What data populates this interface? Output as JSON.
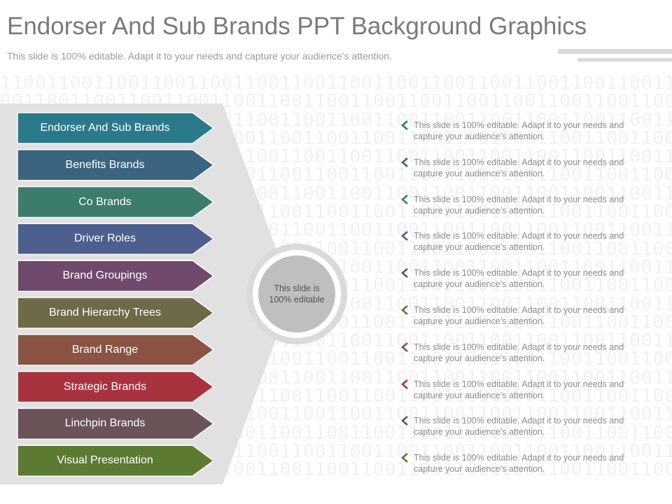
{
  "header": {
    "title": "Endorser And Sub Brands PPT Background Graphics",
    "subtitle": "This slide is 100% editable. Adapt it to your needs and capture your audience’s attention."
  },
  "background": {
    "binary_lines": [
      "110011001100110011001100110011001100110011001100110011001100",
      "001100110011001100110011001100110011001100110011001100110011",
      "110011001100110011001100110011001100110011001100110011001100",
      "001100110011001100110011001100110011001100110011001100110011",
      "110011001100110011001100110011001100110011001100110011001100",
      "001100110011001100110011001100110011001100110011001100110011",
      "110011001100110011001100110011001100110011001100110011001100",
      "001100110011001100110011001100110011001100110011001100110011",
      "110011001100110011001100110011001100110011001100110011001100",
      "001100110011001100110011001100110011001100110011001100110011",
      "110011001100110011001100110011001100110011001100110011001100",
      "001100110011001100110011001100110011001100110011001100110011",
      "110011001100110011001100110011001100110011001100110011001100",
      "001100110011001100110011001100110011001100110011001100110011",
      "110011001100110011001100110011001100110011001100110011001100",
      "001100110011001100110011001100110011001100110011001100110011",
      "110011001100110011001100110011001100110011001100110011001100",
      "001100110011001100110011001100110011001100110011001100110011",
      "110011001100110011001100110011001100110011001100110011001100",
      "001100110011001100110011001100110011001100110011001100110011",
      "110011001100110011001100110011001100110011001100110011001100",
      "001100110011001100110011001100110011001100110011001100110011"
    ]
  },
  "center": {
    "text_line1": "This slide is",
    "text_line2": "100% editable"
  },
  "items": [
    {
      "label": "Endorser And Sub Brands",
      "color": "#2b7a8c",
      "desc_line1": "This slide is 100% editable. Adapt it to your needs and",
      "desc_line2": "capture your audience’s attention."
    },
    {
      "label": "Benefits Brands",
      "color": "#3b6480",
      "desc_line1": "This slide is 100% editable. Adapt it to your needs and",
      "desc_line2": "capture your audience’s attention."
    },
    {
      "label": "Co Brands",
      "color": "#3c7c6c",
      "desc_line1": "This slide is 100% editable. Adapt it to your needs and",
      "desc_line2": "capture your audience’s attention."
    },
    {
      "label": "Driver Roles",
      "color": "#4c5f8e",
      "desc_line1": "This slide is 100% editable. Adapt it to your needs and",
      "desc_line2": "capture your audience’s attention."
    },
    {
      "label": "Brand Groupings",
      "color": "#6f4a6c",
      "desc_line1": "This slide is 100% editable. Adapt it to your needs and",
      "desc_line2": "capture your audience’s attention."
    },
    {
      "label": "Brand Hierarchy Trees",
      "color": "#6e6a48",
      "desc_line1": "This slide is 100% editable. Adapt it to your needs and",
      "desc_line2": "capture your audience’s attention."
    },
    {
      "label": "Brand Range",
      "color": "#8a5343",
      "desc_line1": "This slide is 100% editable. Adapt it to your needs and",
      "desc_line2": "capture your audience’s attention."
    },
    {
      "label": "Strategic Brands",
      "color": "#a8333e",
      "desc_line1": "This slide is 100% editable. Adapt it to your needs and",
      "desc_line2": "capture your audience’s attention."
    },
    {
      "label": "Linchpin Brands",
      "color": "#6b5458",
      "desc_line1": "This slide is 100% editable. Adapt it to your needs and",
      "desc_line2": "capture your audience’s attention."
    },
    {
      "label": "Visual Presentation",
      "color": "#5d7a32",
      "desc_line1": "This slide is 100% editable. Adapt it to your needs and",
      "desc_line2": "capture your audience’s attention."
    }
  ],
  "icons": {
    "desc_marker": "chevron-left-icon"
  },
  "colors": {
    "funnel_fill": "#e1e1e1",
    "ring_outer": "#dadada",
    "ring_inner": "#bfbfbf"
  }
}
